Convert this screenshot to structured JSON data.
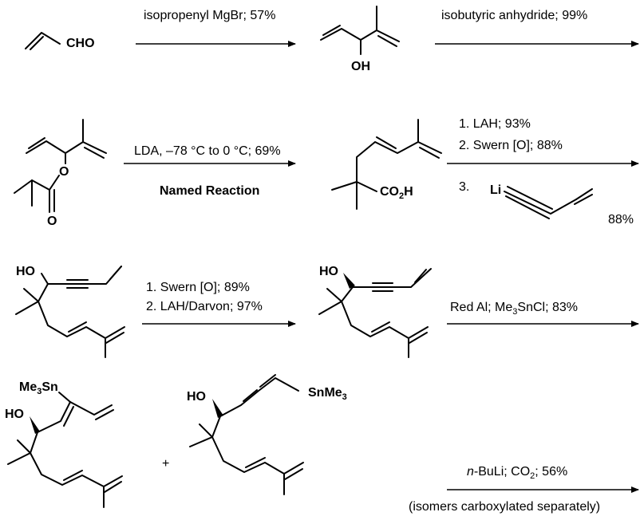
{
  "reagents": {
    "r1": "isopropenyl MgBr; 57%",
    "r2": "isobutyric anhydride; 99%",
    "r3": "LDA, –78 °C to 0 °C; 69%",
    "r3_name": "Named Reaction",
    "r4_step1": "1.  LAH; 93%",
    "r4_step2": "2.  Swern [O]; 88%",
    "r4_step3": "3.",
    "r4_yield": "88%",
    "r5_step1": "1.  Swern [O]; 89%",
    "r5_step2": "2.  LAH/Darvon; 97%",
    "r6_main": "Red Al; Me",
    "r6_sub": "3",
    "r6_tail": "SnCl; 83%",
    "r7_prefix": "n",
    "r7_rest": "-BuLi; CO",
    "r7_sub": "2",
    "r7_tail": "; 56%",
    "r7_note": "(isomers carboxylated separately)",
    "plus": "+"
  },
  "atoms": {
    "cho": "CHO",
    "oh": "OH",
    "ho": "HO",
    "o": "O",
    "co2h_main": "CO",
    "co2h_sub": "2",
    "co2h_tail": "H",
    "li": "Li",
    "me3sn_main": "Me",
    "me3sn_sub": "3",
    "me3sn_tail": "Sn",
    "snme3_main": "SnMe",
    "snme3_sub": "3"
  }
}
